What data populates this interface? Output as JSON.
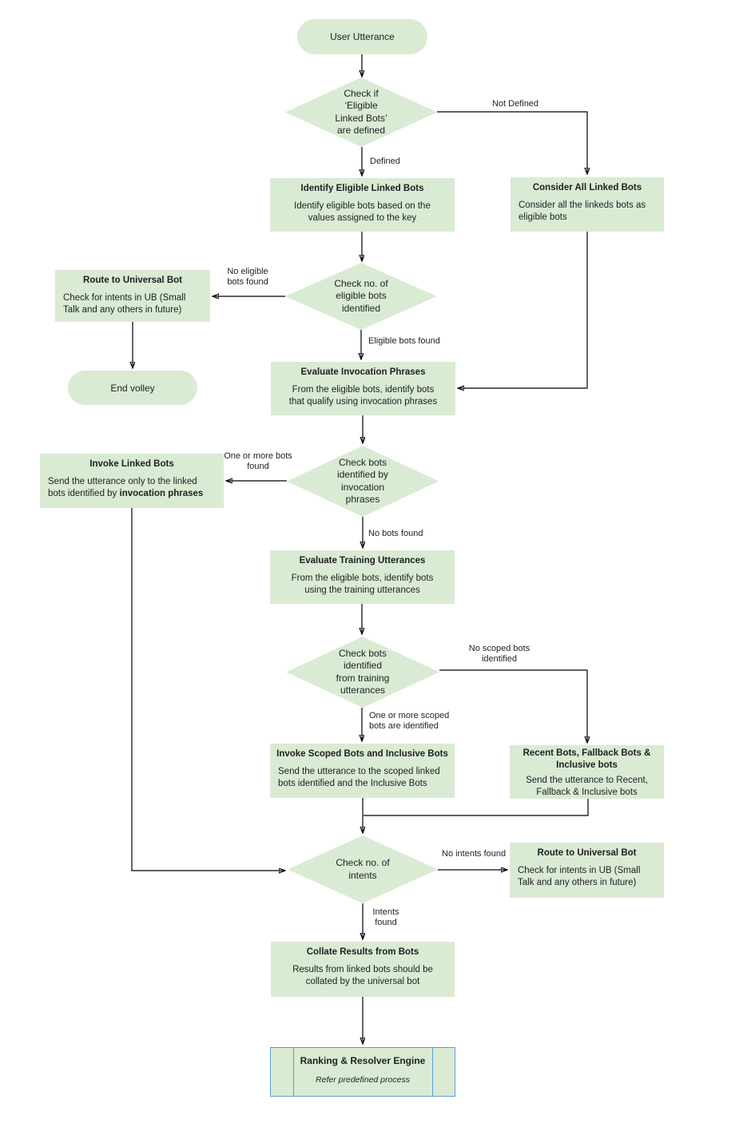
{
  "colors": {
    "node_fill": "#daebd4",
    "process_border": "#5b9bd5",
    "line": "#000000",
    "text": "#1f1f1f"
  },
  "nodes": {
    "user_utterance": {
      "label": "User Utterance"
    },
    "d_eligible_defined": {
      "lines": [
        "Check if",
        "‘Eligible",
        "Linked Bots’",
        "are defined"
      ]
    },
    "identify_eligible": {
      "title": "Identify Eligible Linked Bots",
      "body": [
        "Identify eligible bots based on the",
        "values assigned to the key"
      ]
    },
    "consider_all": {
      "title": "Consider All Linked Bots",
      "body": [
        "Consider all the linkeds bots as",
        "eligible bots"
      ]
    },
    "d_num_eligible": {
      "lines": [
        "Check no. of",
        "eligible bots",
        "identified"
      ]
    },
    "route_ub_1": {
      "title": "Route to Universal Bot",
      "body": [
        "Check for intents in UB (Small",
        "Talk  and any others in future)"
      ]
    },
    "end_volley": {
      "label": "End volley"
    },
    "evaluate_invocation": {
      "title": "Evaluate Invocation Phrases",
      "body": [
        "From the eligible bots, identify bots",
        "that qualify using invocation phrases"
      ]
    },
    "d_bots_invocation": {
      "lines": [
        "Check bots",
        "identified by",
        "invocation",
        "phrases"
      ]
    },
    "invoke_linked": {
      "title": "Invoke Linked Bots",
      "body_line1": "Send the utterance only to the linked",
      "body_line2_prefix": "bots identified by ",
      "body_line2_bold": "invocation phrases"
    },
    "evaluate_training": {
      "title": "Evaluate Training Utterances",
      "body": [
        "From the eligible bots, identify bots",
        "using the training utterances"
      ]
    },
    "d_bots_training": {
      "lines": [
        "Check bots",
        "identified",
        "from training",
        "utterances"
      ]
    },
    "invoke_scoped": {
      "title": "Invoke Scoped Bots and Inclusive Bots",
      "body": [
        "Send the utterance to the scoped linked",
        "bots identified and the Inclusive Bots"
      ]
    },
    "recent_fallback": {
      "title": [
        "Recent Bots, Fallback Bots &",
        "Inclusive bots"
      ],
      "body": [
        "Send the utterance to Recent,",
        "Fallback & Inclusive bots"
      ]
    },
    "d_num_intents": {
      "lines": [
        "Check no. of",
        "intents"
      ]
    },
    "route_ub_2": {
      "title": "Route to Universal Bot",
      "body": [
        "Check for intents in UB (Small",
        "Talk  and any others in future)"
      ]
    },
    "collate_results": {
      "title": "Collate Results from Bots",
      "body": [
        "Results from linked bots should be",
        "collated by the universal bot"
      ]
    },
    "ranking_resolver": {
      "title": "Ranking & Resolver Engine",
      "subtitle": "Refer predefined process"
    }
  },
  "edge_labels": {
    "not_defined": "Not Defined",
    "defined": "Defined",
    "no_eligible": [
      "No eligible",
      "bots found"
    ],
    "eligible_found": "Eligible bots found",
    "one_or_more_bots": [
      "One or more bots",
      "found"
    ],
    "no_bots_found": "No bots found",
    "no_scoped": [
      "No scoped bots",
      "identified"
    ],
    "one_or_more_scoped": [
      "One or more scoped",
      "bots are identified"
    ],
    "no_intents": "No intents found",
    "intents_found": [
      "Intents",
      "found"
    ]
  }
}
